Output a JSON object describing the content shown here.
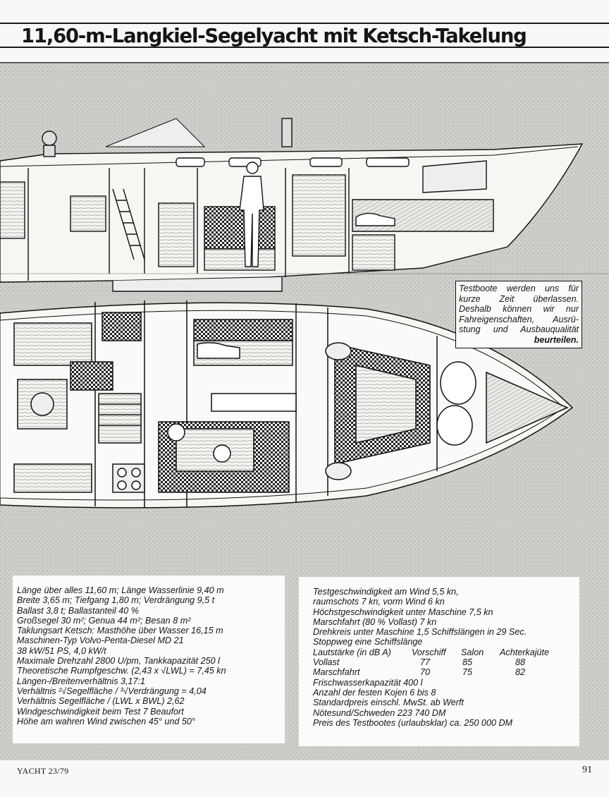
{
  "header": {
    "title": "11,60-m-Langkiel-Segelyacht mit Ketsch-Takelung"
  },
  "note": {
    "lines": [
      "Testboote werden uns für",
      "kurze Zeit überlassen.",
      "Deshalb können wir nur",
      "Fahreigenschaften, Ausrü-",
      "stung und Ausbauqualität",
      "beurteilen."
    ]
  },
  "specs_left": {
    "lines": [
      "Länge über alles 11,60 m; Länge Wasserlinie 9,40 m",
      "Breite 3,65 m; Tiefgang 1,80 m; Verdrängung 9,5 t",
      "Ballast 3,8 t; Ballastanteil 40 %",
      "Großsegel 30 m²; Genua 44 m²; Besan 8 m²",
      "Taklungsart Ketsch: Masthöhe über Wasser 16,15 m",
      "Maschinen-Typ Volvo-Penta-Diesel MD 21",
      "38 kW/51 PS, 4,0 kW/t",
      "Maximale Drehzahl 2800 U/pm, Tankkapazität 250 l",
      "Theoretische Rumpfgeschw. (2,43 x √LWL) = 7,45 kn",
      "Längen-/Breitenverhältnis 3,17:1",
      "Verhältnis ²√Segelfläche / ³√Verdrängung = 4,04",
      "Verhältnis Segelfläche / (LWL x BWL) 2,62",
      "Windgeschwindigkeit beim Test 7 Beaufort",
      "Höhe am wahren Wind zwischen 45° und 50°"
    ]
  },
  "specs_right": {
    "lines_top": [
      "Testgeschwindigkeit am Wind 5,5 kn,",
      "raumschots 7 kn, vorm Wind 6 kn",
      "Höchstgeschwindigkeit unter Maschine 7,5 kn",
      "Marschfahrt (80 % Vollast) 7 kn",
      "Drehkreis unter Maschine 1,5 Schiffslängen in 29 Sec.",
      "Stoppweg eine Schiffslänge"
    ],
    "noise_table": {
      "header": [
        "Lautstärke (in dB A)",
        "Vorschiff",
        "Salon",
        "Achterkajüte"
      ],
      "rows": [
        [
          "Vollast",
          "77",
          "85",
          "88"
        ],
        [
          "Marschfahrt",
          "70",
          "75",
          "82"
        ]
      ]
    },
    "lines_bottom": [
      "Frischwasserkapazität 400 l",
      "Anzahl der festen Kojen 6 bis 8",
      "Standardpreis einschl. MwSt. ab Werft",
      "Nötesund/Schweden 223 740 DM",
      "Preis des Testbootes (urlaubsklar) ca. 250 000 DM"
    ]
  },
  "footer": {
    "magazine": "YACHT 23/79",
    "page_number": "91"
  }
}
